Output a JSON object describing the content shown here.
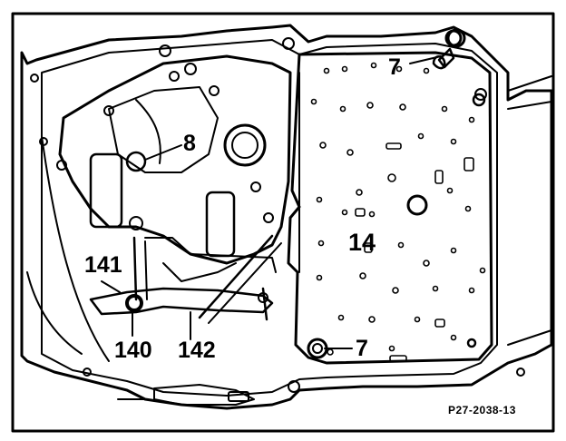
{
  "figure": {
    "colors": {
      "ink": "#000000",
      "paper": "#ffffff"
    },
    "callouts": {
      "top_bolt": "7",
      "bottom_bolt": "7",
      "valve": "8",
      "plate": "14",
      "lever": "141",
      "pin": "140",
      "rod": "142"
    },
    "figure_code": "P27-2038-13"
  }
}
